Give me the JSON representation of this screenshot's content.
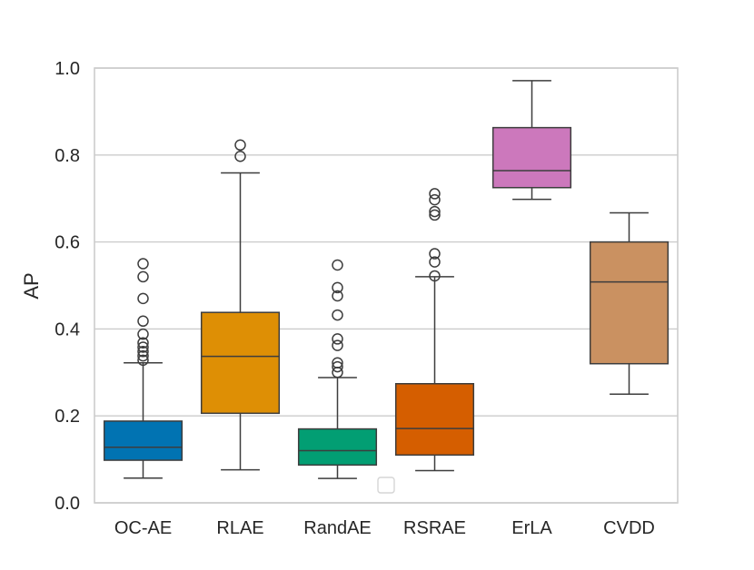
{
  "chart_data": {
    "type": "box",
    "title": "",
    "xlabel": "",
    "ylabel": "AP",
    "ylim": [
      0.0,
      1.0
    ],
    "yticks": [
      "0.0",
      "0.2",
      "0.4",
      "0.6",
      "0.8",
      "1.0"
    ],
    "grid": "horizontal",
    "legend": "empty, bottom-center",
    "categories": [
      "OC-AE",
      "RLAE",
      "RandAE",
      "RSRAE",
      "ErLA",
      "CVDD"
    ],
    "boxes": [
      {
        "category": "OC-AE",
        "color": "#0173b2",
        "whisker_low": 0.057,
        "q1": 0.098,
        "median": 0.128,
        "q3": 0.188,
        "whisker_high": 0.322,
        "outliers": [
          0.328,
          0.338,
          0.348,
          0.358,
          0.368,
          0.388,
          0.418,
          0.47,
          0.52,
          0.55
        ]
      },
      {
        "category": "RLAE",
        "color": "#de8f05",
        "whisker_low": 0.076,
        "q1": 0.206,
        "median": 0.337,
        "q3": 0.438,
        "whisker_high": 0.759,
        "outliers": [
          0.797,
          0.823
        ]
      },
      {
        "category": "RandAE",
        "color": "#029e73",
        "whisker_low": 0.056,
        "q1": 0.087,
        "median": 0.12,
        "q3": 0.17,
        "whisker_high": 0.288,
        "outliers": [
          0.3,
          0.313,
          0.322,
          0.362,
          0.377,
          0.432,
          0.476,
          0.495,
          0.547
        ]
      },
      {
        "category": "RSRAE",
        "color": "#d55e00",
        "whisker_low": 0.074,
        "q1": 0.11,
        "median": 0.171,
        "q3": 0.274,
        "whisker_high": 0.52,
        "outliers": [
          0.522,
          0.554,
          0.573,
          0.662,
          0.67,
          0.697,
          0.711
        ]
      },
      {
        "category": "ErLA",
        "color": "#cc78bc",
        "whisker_low": 0.698,
        "q1": 0.725,
        "median": 0.764,
        "q3": 0.863,
        "whisker_high": 0.971,
        "outliers": []
      },
      {
        "category": "CVDD",
        "color": "#ca9161",
        "whisker_low": 0.25,
        "q1": 0.32,
        "median": 0.508,
        "q3": 0.6,
        "whisker_high": 0.667,
        "outliers": []
      }
    ]
  }
}
